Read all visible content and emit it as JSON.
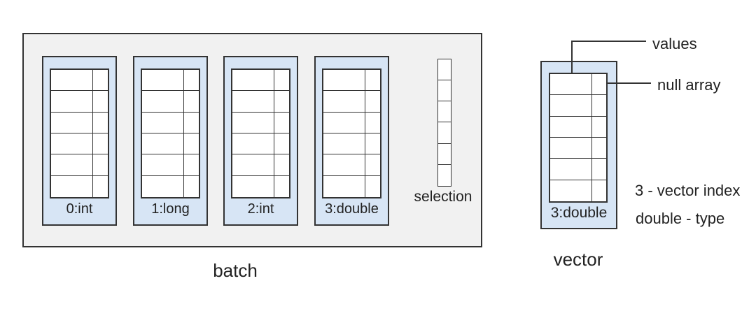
{
  "diagram": {
    "batch": {
      "caption": "batch",
      "rows": 6,
      "vectors": [
        {
          "label": "0:int"
        },
        {
          "label": "1:long"
        },
        {
          "label": "2:int"
        },
        {
          "label": "3:double"
        }
      ],
      "selection_label": "selection"
    },
    "vector_detail": {
      "caption": "vector",
      "rows": 6,
      "label": "3:double",
      "annotations": {
        "values": "values",
        "null_array": "null array",
        "index_note": "3 - vector index",
        "type_note": "double - type"
      }
    },
    "colors": {
      "line": "#333333",
      "vector_fill": "#d7e5f5",
      "batch_fill": "#f1f1f1"
    }
  }
}
